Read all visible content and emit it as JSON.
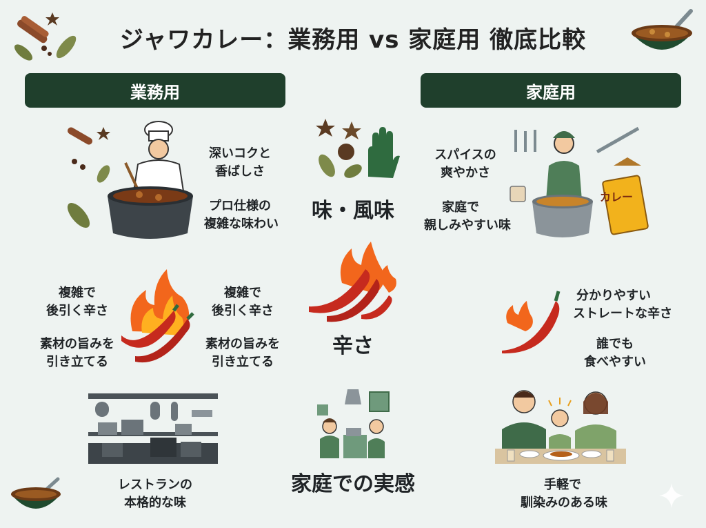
{
  "title": "ジャワカレー：業務用 vs 家庭用 徹底比較",
  "headers": {
    "commercial": "業務用",
    "home": "家庭用"
  },
  "categories": {
    "taste": "味・風味",
    "heat": "辛さ",
    "experience": "家庭での実感"
  },
  "taste": {
    "commercial": {
      "line1": "深いコクと",
      "line2": "香ばしさ",
      "line3": "プロ仕様の",
      "line4": "複雑な味わい"
    },
    "home": {
      "line1": "スパイスの",
      "line2": "爽やかさ",
      "line3": "家庭で",
      "line4": "親しみやすい味"
    }
  },
  "heat": {
    "commercial_left": {
      "line1": "複雑で",
      "line2": "後引く辛さ",
      "line3": "素材の旨みを",
      "line4": "引き立てる"
    },
    "commercial_right": {
      "line1": "複雑で",
      "line2": "後引く辛さ",
      "line3": "素材の旨みを",
      "line4": "引き立てる"
    },
    "home": {
      "line1": "分かりやすい",
      "line2": "ストレートな辛さ",
      "line3": "誰でも",
      "line4": "食べやすい"
    }
  },
  "experience": {
    "commercial": {
      "line1": "レストランの",
      "line2": "本格的な味"
    },
    "home": {
      "line1": "手軽で",
      "line2": "馴染みのある味"
    }
  },
  "package_label": "カレー",
  "colors": {
    "header_bg": "#1f3f2c",
    "background": "#eef3f1",
    "chili": "#c62a1e",
    "flame": "#f2661c",
    "pot": "#3d4449",
    "green": "#3f6b49"
  }
}
